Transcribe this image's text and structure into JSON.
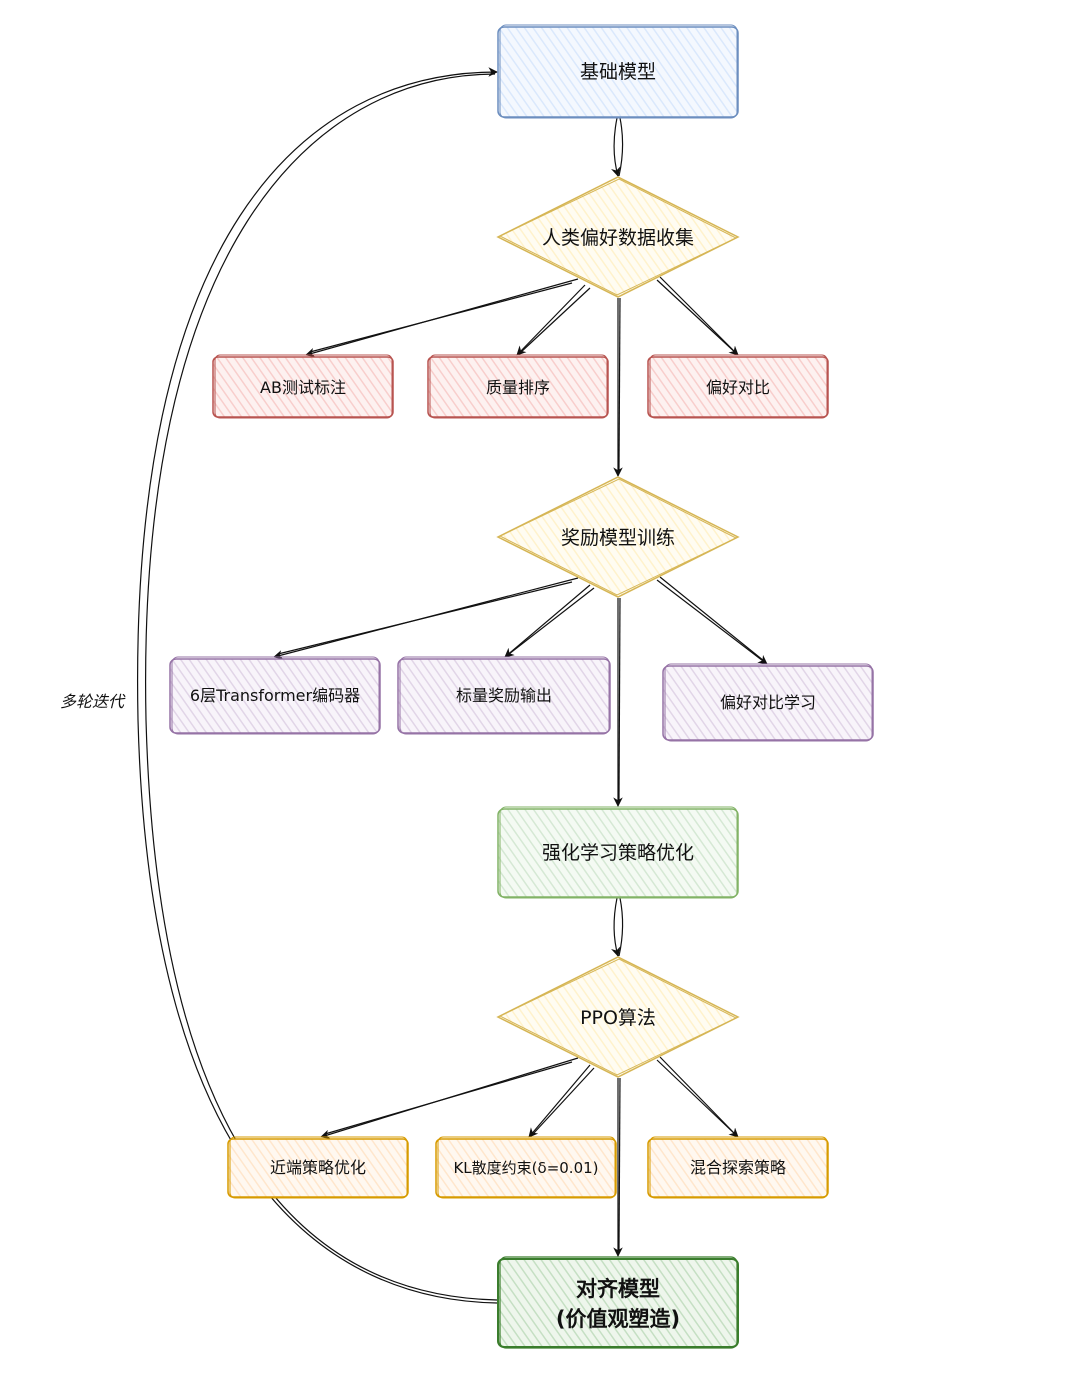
{
  "nodes": {
    "base_model": "基础模型",
    "pref_collect": "人类偏好数据收集",
    "ab_test": "AB测试标注",
    "quality_rank": "质量排序",
    "pref_compare": "偏好对比",
    "reward_train": "奖励模型训练",
    "transformer": "6层Transformer编码器",
    "scalar_reward": "标量奖励输出",
    "pref_contrast": "偏好对比学习",
    "rl_opt": "强化学习策略优化",
    "ppo": "PPO算法",
    "proximal": "近端策略优化",
    "kl": "KL散度约束(δ=0.01)",
    "hybrid": "混合探索策略",
    "aligned_line1": "对齐模型",
    "aligned_line2": "(价值观塑造)"
  },
  "loop_label": "多轮迭代",
  "colors": {
    "blue_fill": "#dae8fc",
    "blue_stroke": "#6c8ebf",
    "yellow_fill": "#fff2cc",
    "yellow_stroke": "#d6b656",
    "red_fill": "#f8cecc",
    "red_stroke": "#b85450",
    "purple_fill": "#e1d5e7",
    "purple_stroke": "#9673a6",
    "green_fill": "#d5e8d4",
    "green_stroke": "#82b366",
    "orange_fill": "#ffe6cc",
    "orange_stroke": "#d79b00"
  }
}
